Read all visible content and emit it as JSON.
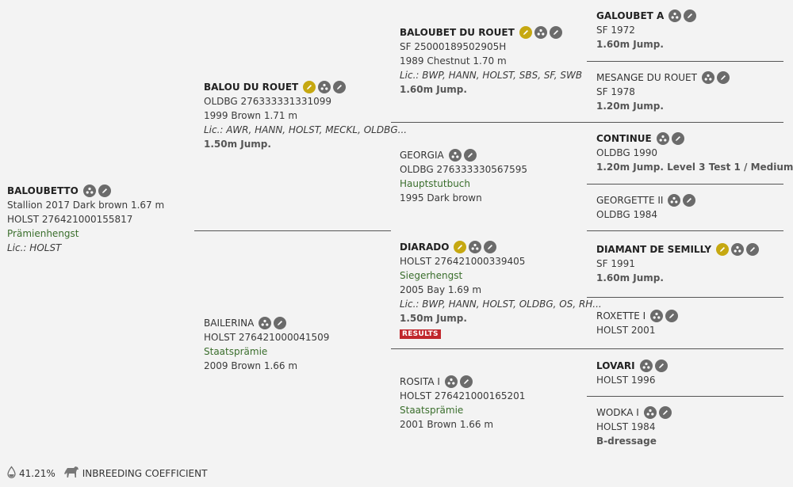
{
  "root": {
    "name": "BALOUBETTO",
    "line1": "Stallion 2017 Dark brown 1.67 m",
    "line2": "HOLST 276421000155817",
    "line3": "Prämienhengst",
    "line4": "Lic.: HOLST"
  },
  "sire": {
    "name": "BALOU DU ROUET",
    "line1": "OLDBG 276333331331099",
    "line2": "1999 Brown 1.71 m",
    "line3": "Lic.: AWR, HANN, HOLST, MECKL, OLDBG...",
    "line4": "1.50m Jump."
  },
  "dam": {
    "name": "BAILERINA",
    "line1": "HOLST 276421000041509",
    "line2": "Staatsprämie",
    "line3": "2009 Brown 1.66 m"
  },
  "ss": {
    "name": "BALOUBET DU ROUET",
    "line1": "SF 25000189502905H",
    "line2": "1989 Chestnut 1.70 m",
    "line3": "Lic.: BWP, HANN, HOLST, SBS, SF, SWB",
    "line4": "1.60m Jump."
  },
  "sd": {
    "name": "GEORGIA",
    "line1": "OLDBG 276333330567595",
    "line2": "Hauptstutbuch",
    "line3": "1995 Dark brown"
  },
  "ds": {
    "name": "DIARADO",
    "line1": "HOLST 276421000339405",
    "line2": "Siegerhengst",
    "line3": "2005 Bay 1.69 m",
    "line4": "Lic.: BWP, HANN, HOLST, OLDBG, OS, RH...",
    "line5": "1.50m Jump.",
    "results": "RESULTS"
  },
  "dd": {
    "name": "ROSITA I",
    "line1": "HOLST 276421000165201",
    "line2": "Staatsprämie",
    "line3": "2001 Brown 1.66 m"
  },
  "sss": {
    "name": "GALOUBET A",
    "line1": "SF 1972",
    "line2": "1.60m Jump."
  },
  "ssd": {
    "name": "MESANGE DU ROUET",
    "line1": "SF 1978",
    "line2": "1.20m Jump."
  },
  "sds": {
    "name": "CONTINUE",
    "line1": "OLDBG 1990",
    "line2": "1.20m Jump. Level 3 Test 1 / Medium"
  },
  "sdd": {
    "name": "GEORGETTE II",
    "line1": "OLDBG 1984"
  },
  "dss": {
    "name": "DIAMANT DE SEMILLY",
    "line1": "SF 1991",
    "line2": "1.60m Jump."
  },
  "dsd": {
    "name": "ROXETTE I",
    "line1": "HOLST 2001"
  },
  "dds": {
    "name": "LOVARI",
    "line1": "HOLST 1996"
  },
  "ddd": {
    "name": "WODKA I",
    "line1": "HOLST 1984",
    "line2": "B-dressage"
  },
  "footer": {
    "inbreeding_value": "41.21%",
    "inbreeding_label": "INBREEDING COEFFICIENT"
  },
  "colors": {
    "gold_icon": "#c6a811",
    "gray_icon": "#6b6b6b",
    "green_text": "#3a6e2c",
    "results_red": "#c1272d"
  }
}
